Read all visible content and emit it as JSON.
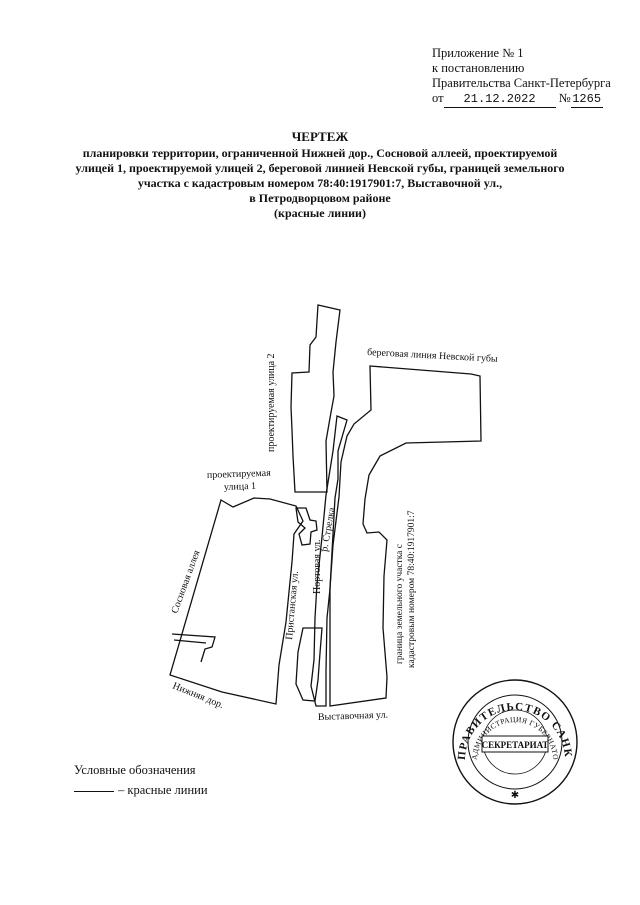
{
  "annex": {
    "line1": "Приложение № 1",
    "line2": "к постановлению",
    "line3": "Правительства Санкт-Петербурга",
    "from_label": "от",
    "date": "21.12.2022",
    "number_label": "№",
    "number": "1265"
  },
  "title": {
    "heading": "ЧЕРТЕЖ",
    "line1": "планировки территории, ограниченной Нижней дор., Сосновой аллеей, проектируемой",
    "line2": "улицей 1, проектируемой улицей 2, береговой линией Невской губы, границей земельного",
    "line3": "участка с кадастровым номером 78:40:1917901:7, Выставочной ул.,",
    "line4": "в Петродворцовом районе",
    "line5": "(красные линии)"
  },
  "map_labels": {
    "shore": "береговая линия Невской губы",
    "street2": "проектируемая улица 2",
    "street1_a": "проектируемая",
    "street1_b": "улица 1",
    "strelka": "р. Стрелка",
    "portovaya": "Портовая ул.",
    "pristanskaya": "Пристанская ул.",
    "sosnovaya": "Сосновая аллея",
    "nizhnyaya": "Нижняя дор.",
    "vystavochnaya": "Выставочная ул.",
    "boundary_a": "граница земельного участка с",
    "boundary_b": "кадастровым номером 78:40:1917901:7"
  },
  "stamp": {
    "outer_ring": "ПРАВИТЕЛЬСТВО САНКТ-ПЕТЕРБУРГА",
    "inner_ring": "АДМИНИСТРАЦИЯ ГУБЕРНАТОРА САНКТ-ПЕТЕРБУРГА",
    "center": "СЕКРЕТАРИАТ"
  },
  "legend": {
    "title": "Условные обозначения",
    "item": "– красные линии"
  }
}
